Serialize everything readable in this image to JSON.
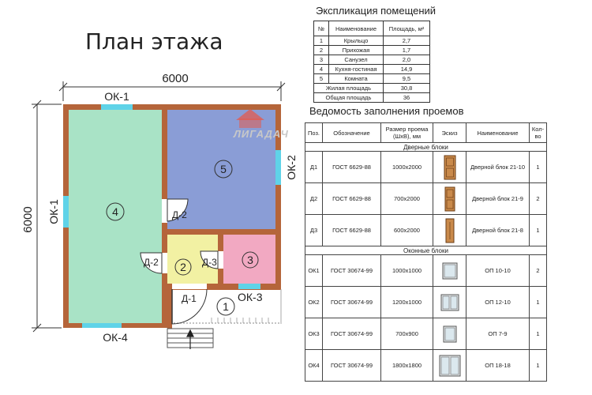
{
  "plan": {
    "title": "План этажа",
    "dimension_top": "6000",
    "dimension_left": "6000",
    "window_labels": {
      "ok1_top": "ОК-1",
      "ok1_left": "ОК-1",
      "ok2": "ОК-2",
      "ok3": "ОК-3",
      "ok4": "ОК-4"
    },
    "door_labels": {
      "d1": "Д-1",
      "d2_upper": "Д-2",
      "d2_lower": "Д-2",
      "d3": "Д-3"
    },
    "room_numbers": [
      "1",
      "2",
      "3",
      "4",
      "5"
    ],
    "colors": {
      "wall": "#b5653a",
      "living": "#a9e3c6",
      "bedroom": "#8a9dd6",
      "bathroom": "#f2a9c2",
      "hallway": "#f2f1a3",
      "window": "#5fd3e8"
    }
  },
  "logo": {
    "text": "ЛИГАДАЧ",
    "color": "#d8473b"
  },
  "explication": {
    "title": "Экспликация помещений",
    "headers": [
      "№",
      "Наименование",
      "Площадь, м²"
    ],
    "rows": [
      [
        "1",
        "Крыльцо",
        "2,7"
      ],
      [
        "2",
        "Прихожая",
        "1,7"
      ],
      [
        "3",
        "Санузел",
        "2,0"
      ],
      [
        "4",
        "Кухня-гостиная",
        "14,9"
      ],
      [
        "5",
        "Комната",
        "9,5"
      ]
    ],
    "living_area_label": "Жилая площадь",
    "living_area_value": "30,8",
    "total_area_label": "Общая площадь",
    "total_area_value": "36"
  },
  "openings": {
    "title": "Ведомость заполнения проемов",
    "headers": [
      "Поз.",
      "Обозначение",
      "Размер проема (ШхВ), мм",
      "Эскиз",
      "Наименование",
      "Кол-во"
    ],
    "doors_section": "Дверные блоки",
    "doors": [
      {
        "pos": "Д1",
        "designation": "ГОСТ 6629-88",
        "size": "1000х2000",
        "name": "Дверной блок 21-10",
        "qty": "1"
      },
      {
        "pos": "Д2",
        "designation": "ГОСТ 6629-88",
        "size": "700х2000",
        "name": "Дверной блок 21-9",
        "qty": "2"
      },
      {
        "pos": "Д3",
        "designation": "ГОСТ 6629-88",
        "size": "600х2000",
        "name": "Дверной блок 21-8",
        "qty": "1"
      }
    ],
    "windows_section": "Оконные блоки",
    "windows": [
      {
        "pos": "ОК1",
        "designation": "ГОСТ 30674-99",
        "size": "1000х1000",
        "name": "ОП 10-10",
        "qty": "2"
      },
      {
        "pos": "ОК2",
        "designation": "ГОСТ 30674-99",
        "size": "1200х1000",
        "name": "ОП 12-10",
        "qty": "1"
      },
      {
        "pos": "ОК3",
        "designation": "ГОСТ 30674-99",
        "size": "700х900",
        "name": "ОП 7-9",
        "qty": "1"
      },
      {
        "pos": "ОК4",
        "designation": "ГОСТ 30674-99",
        "size": "1800х1800",
        "name": "ОП 18-18",
        "qty": "1"
      }
    ]
  }
}
